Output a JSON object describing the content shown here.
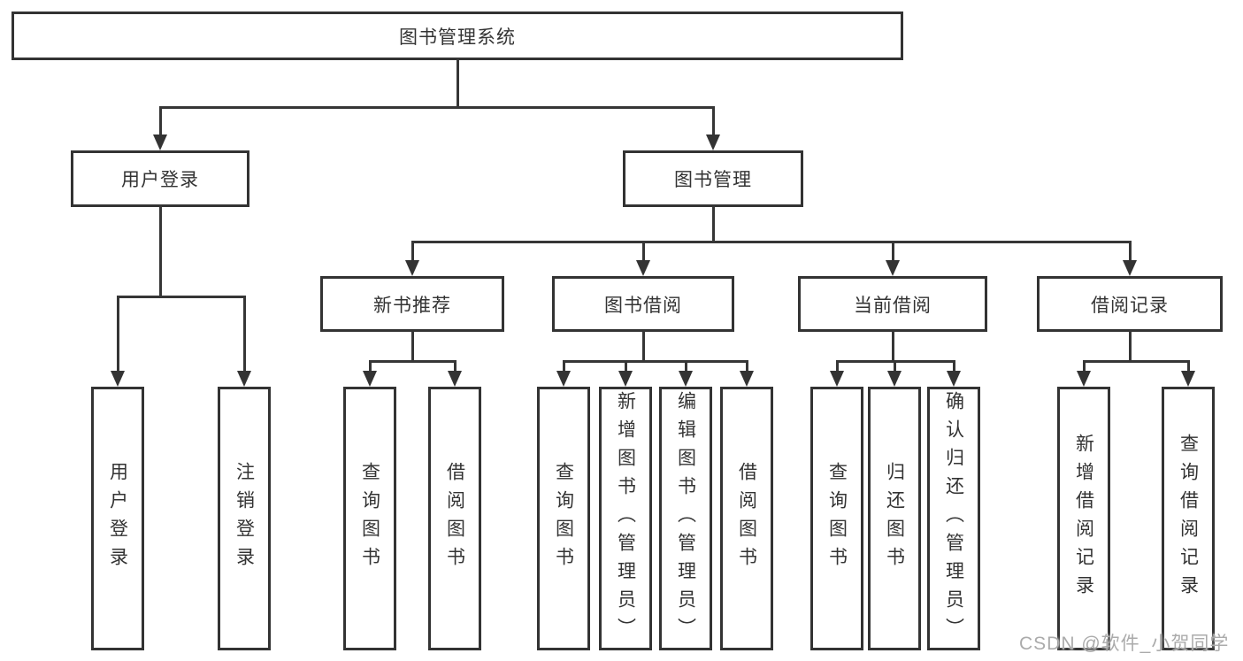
{
  "tree": {
    "root": "图书管理系统",
    "branches": [
      {
        "label": "用户登录",
        "children": [
          "用户登录",
          "注销登录"
        ]
      },
      {
        "label": "图书管理",
        "groups": [
          {
            "label": "新书推荐",
            "children": [
              "查询图书",
              "借阅图书"
            ]
          },
          {
            "label": "图书借阅",
            "children": [
              "查询图书",
              "新增图书（管理员）",
              "编辑图书（管理员）",
              "借阅图书"
            ]
          },
          {
            "label": "当前借阅",
            "children": [
              "查询图书",
              "归还图书",
              "确认归还（管理员）"
            ]
          },
          {
            "label": "借阅记录",
            "children": [
              "新增借阅记录",
              "查询借阅记录"
            ]
          }
        ]
      }
    ]
  },
  "watermark": "CSDN @软件_小贺同学",
  "colors": {
    "line": "#363636",
    "border": "#333333",
    "text": "#333333",
    "watermark": "#ababab",
    "background": "#ffffff"
  }
}
